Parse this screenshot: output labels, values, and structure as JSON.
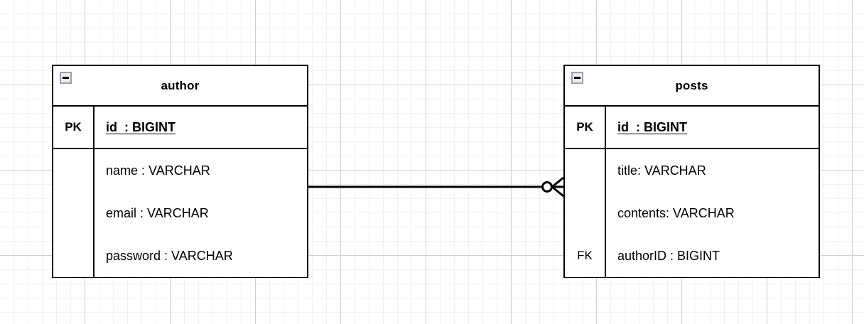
{
  "diagram": {
    "type": "entity-relationship-diagram",
    "canvas": {
      "background": "#ffffff",
      "grid_minor_color": "#f1f1f1",
      "grid_major_color": "#cfcfcf",
      "grid_minor_size": 20,
      "grid_major_size": 120
    },
    "line_color": "#000000",
    "entities": [
      {
        "id": "author",
        "title": "author",
        "collapse_icon": "minus-icon",
        "rows": [
          {
            "key": "PK",
            "attribute": "id  : BIGINT",
            "is_key": true
          },
          {
            "key": "",
            "attribute": "name : VARCHAR",
            "is_key": false
          },
          {
            "key": "",
            "attribute": "email : VARCHAR",
            "is_key": false
          },
          {
            "key": "",
            "attribute": "password : VARCHAR",
            "is_key": false
          }
        ]
      },
      {
        "id": "posts",
        "title": "posts",
        "collapse_icon": "minus-icon",
        "rows": [
          {
            "key": "PK",
            "attribute": "id  : BIGINT",
            "is_key": true
          },
          {
            "key": "",
            "attribute": "title: VARCHAR",
            "is_key": false
          },
          {
            "key": "",
            "attribute": "contents: VARCHAR",
            "is_key": false
          },
          {
            "key": "FK",
            "attribute": "authorID : BIGINT",
            "is_key": false
          }
        ]
      }
    ],
    "relationship": {
      "from": "author",
      "to": "posts",
      "from_cardinality": "one",
      "to_cardinality": "zero-or-many",
      "notation": "crows-foot"
    }
  }
}
